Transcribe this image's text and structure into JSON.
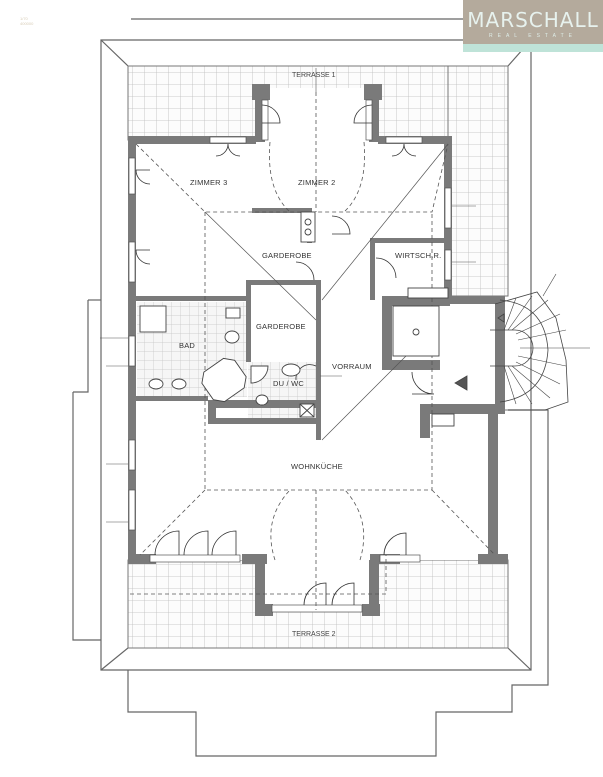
{
  "branding": {
    "name": "MARSCHALL",
    "tagline": "REAL ESTATE",
    "colors": {
      "logo_bg": "#b4aa9c",
      "logo_strip": "#bfe3d8",
      "logo_text": "#e7f2ee"
    }
  },
  "stamp": {
    "line1": "1/70",
    "line2": "400000"
  },
  "floor_plan": {
    "terraces": [
      {
        "id": "terrasse-1",
        "label": "TERRASSE 1"
      },
      {
        "id": "terrasse-2",
        "label": "TERRASSE 2"
      }
    ],
    "rooms": [
      {
        "id": "zimmer-3",
        "label": "ZIMMER 3"
      },
      {
        "id": "zimmer-2",
        "label": "ZIMMER 2"
      },
      {
        "id": "garderobe-1",
        "label": "GARDEROBE"
      },
      {
        "id": "wirtschaftsraum",
        "label": "WIRTSCH.R."
      },
      {
        "id": "garderobe-2",
        "label": "GARDEROBE"
      },
      {
        "id": "bad",
        "label": "BAD"
      },
      {
        "id": "du-wc",
        "label": "DU / WC"
      },
      {
        "id": "vorraum",
        "label": "VORRAUM"
      },
      {
        "id": "wohnkueche",
        "label": "WOHNKÜCHE"
      }
    ],
    "colors": {
      "wall": "#7a7a7a",
      "line": "#555555",
      "tile": "#c9c9c9"
    }
  }
}
